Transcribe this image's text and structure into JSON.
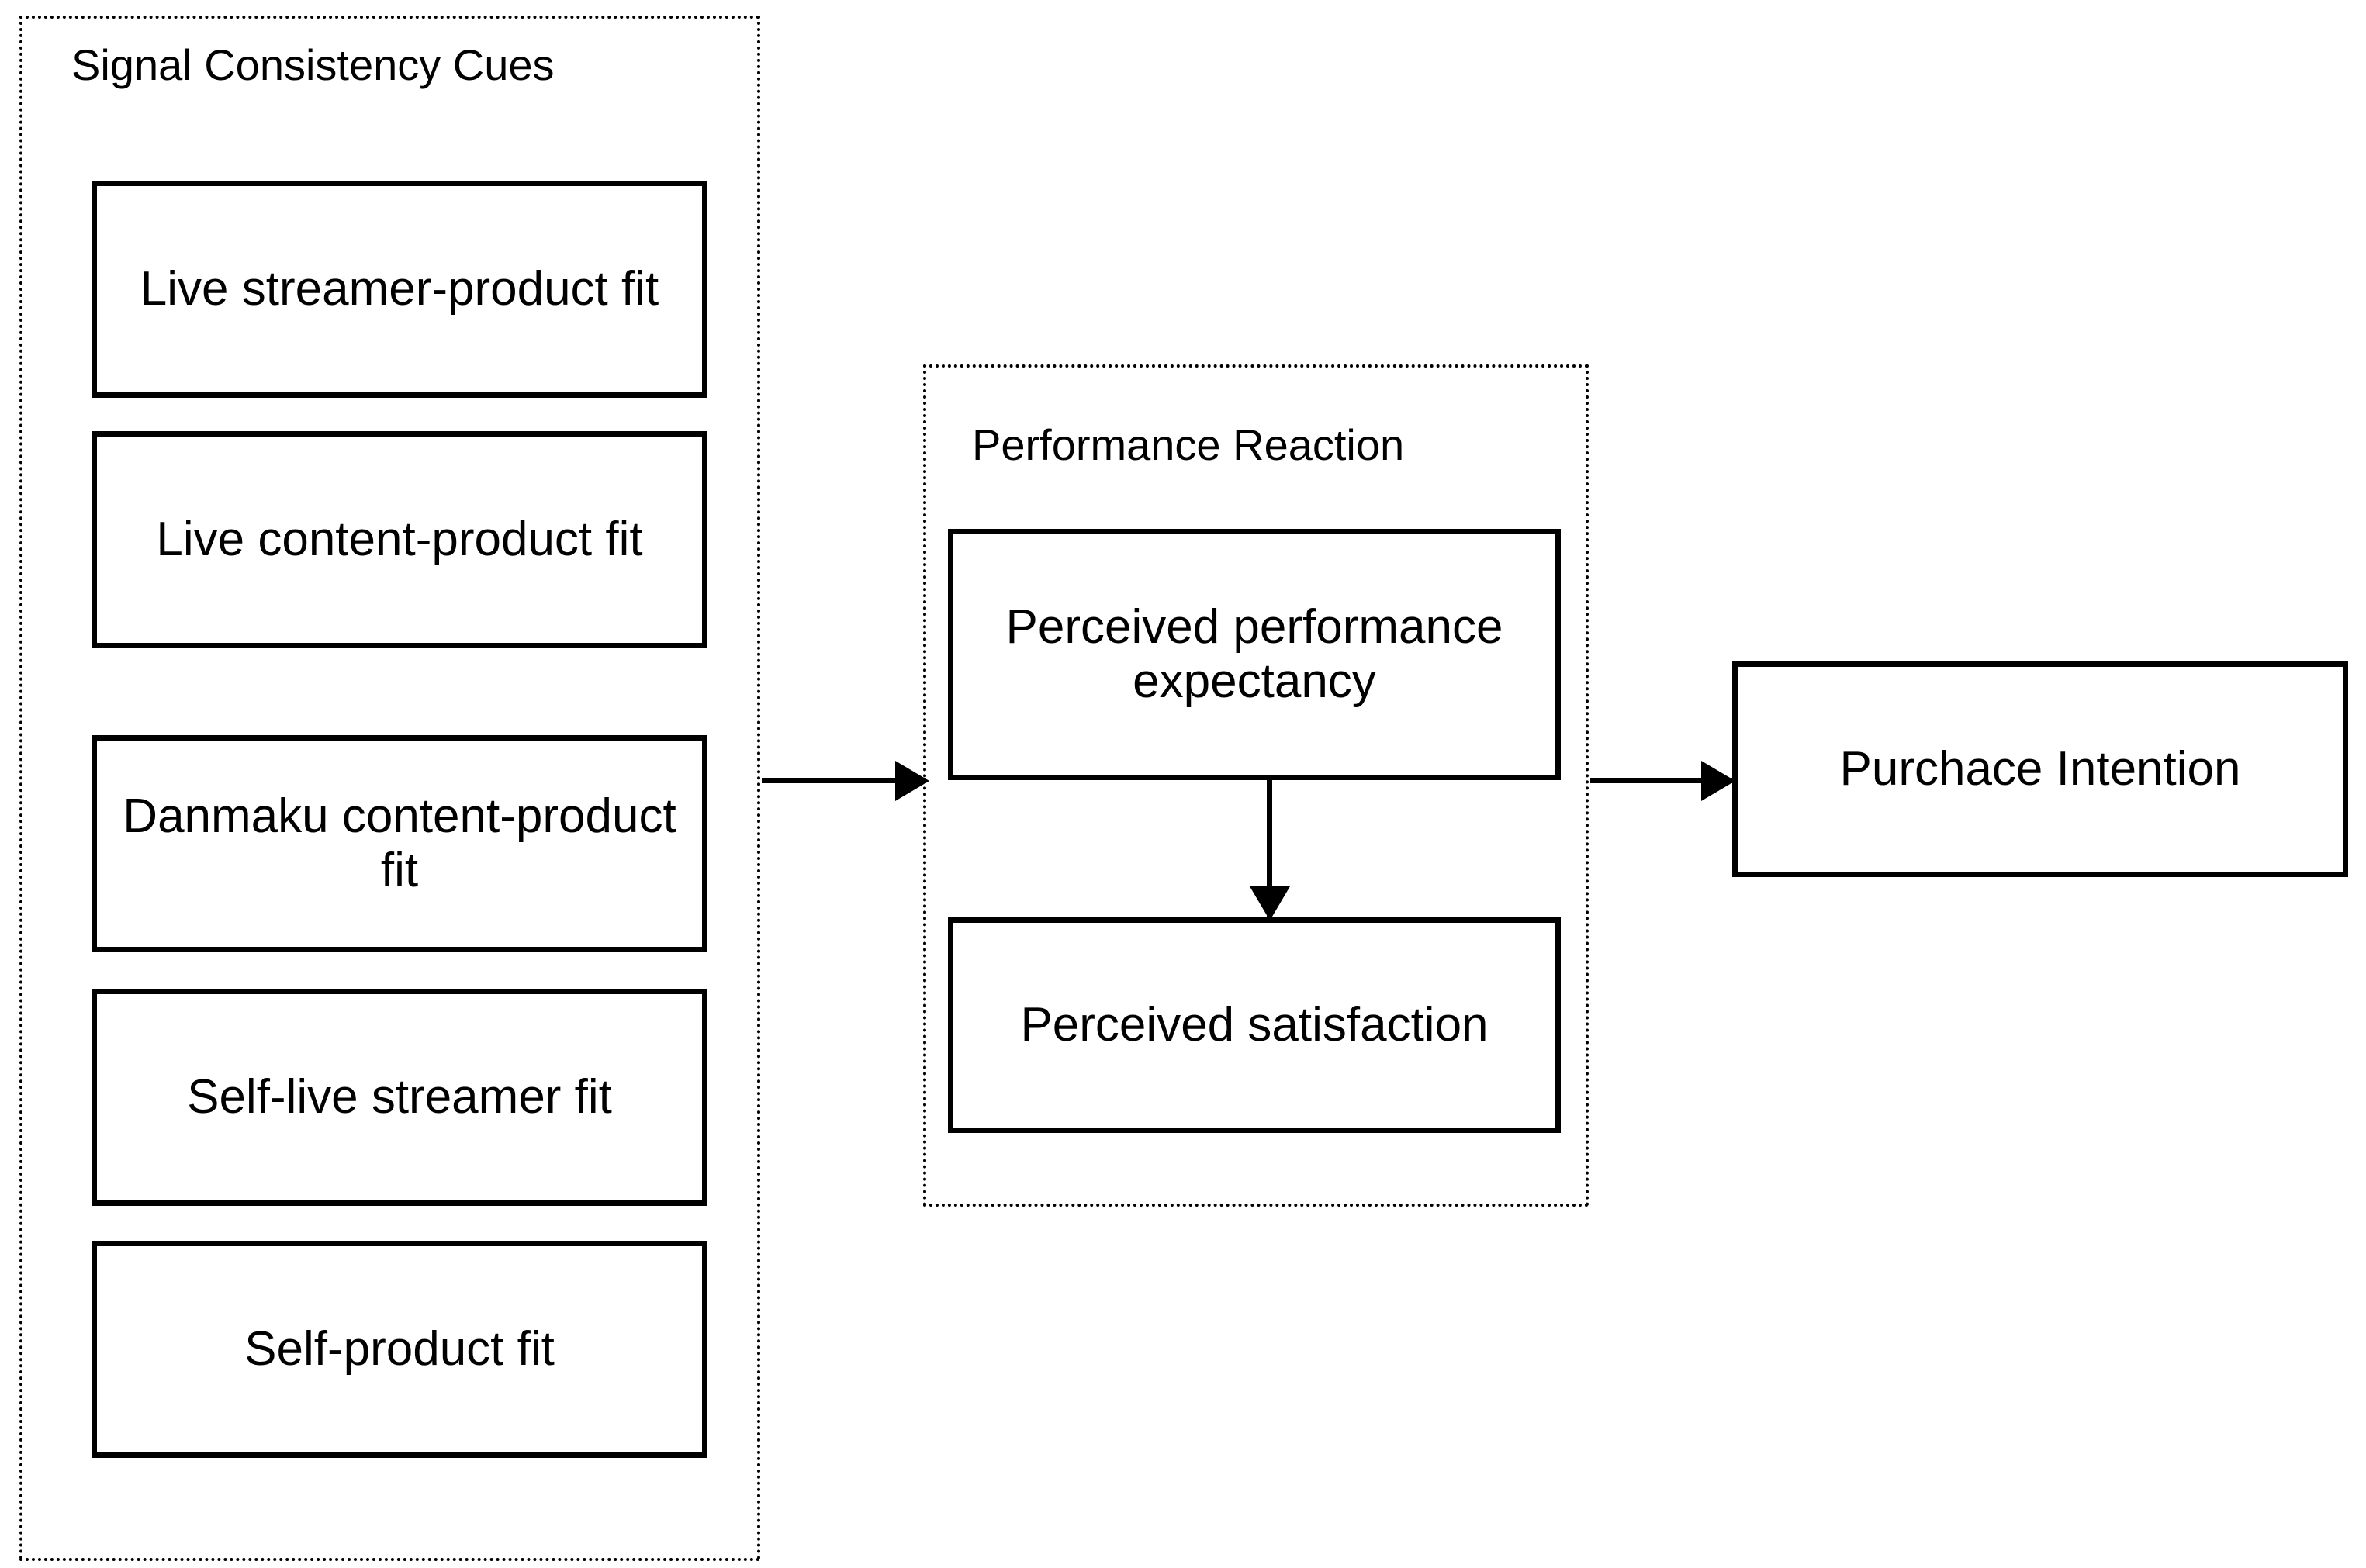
{
  "diagram": {
    "type": "conceptual-research-model",
    "groups": [
      {
        "id": "signal-consistency-cues",
        "title": "Signal Consistency Cues",
        "boxes": [
          {
            "id": "live-streamer-product-fit",
            "label": "Live streamer-product fit"
          },
          {
            "id": "live-content-product-fit",
            "label": "Live content-product fit"
          },
          {
            "id": "danmaku-content-product-fit",
            "label": "Danmaku content-product fit"
          },
          {
            "id": "self-live-streamer-fit",
            "label": "Self-live streamer fit"
          },
          {
            "id": "self-product-fit",
            "label": "Self-product fit"
          }
        ]
      },
      {
        "id": "performance-reaction",
        "title": "Performance Reaction",
        "boxes": [
          {
            "id": "perceived-performance-expectancy",
            "label": "Perceived performance expectancy"
          },
          {
            "id": "perceived-satisfaction",
            "label": "Perceived satisfaction"
          }
        ]
      }
    ],
    "outcome": {
      "id": "purchace-intention",
      "label": "Purchace Intention"
    },
    "connectors": [
      {
        "id": "cues-to-performance",
        "from": "signal-consistency-cues",
        "to": "performance-reaction",
        "style": "solid-arrow",
        "direction": "right"
      },
      {
        "id": "expectancy-to-satisfaction",
        "from": "perceived-performance-expectancy",
        "to": "perceived-satisfaction",
        "style": "solid-arrow",
        "direction": "down"
      },
      {
        "id": "performance-to-purchace",
        "from": "performance-reaction",
        "to": "purchace-intention",
        "style": "solid-arrow",
        "direction": "right"
      }
    ],
    "colors": {
      "stroke": "#000000",
      "background": "#ffffff"
    }
  }
}
